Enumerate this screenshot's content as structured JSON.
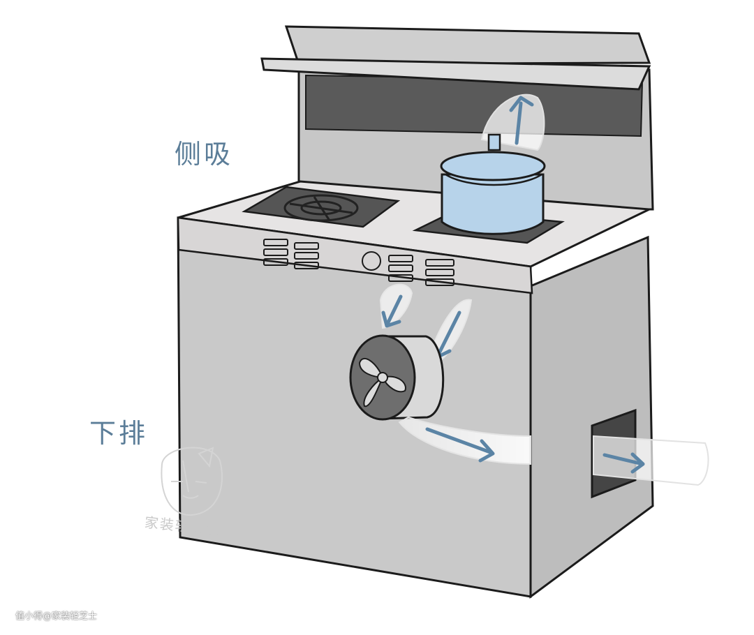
{
  "labels": {
    "side_intake": "侧吸",
    "down_exhaust": "下排"
  },
  "watermark": {
    "brand": "家装轻芝士",
    "credit": "值小得@家装轻芝士"
  },
  "colors": {
    "body": "#c9c9c9",
    "body_side": "#bdbdbd",
    "top_surface": "#e6e4e4",
    "burner": "#555555",
    "pot": "#b7d3ea",
    "arrow": "#5b84a5",
    "label": "#5b7d98"
  },
  "icons": [
    "fan-icon",
    "pot-icon",
    "burner-icon",
    "arrow-icon",
    "mascot-icon"
  ]
}
